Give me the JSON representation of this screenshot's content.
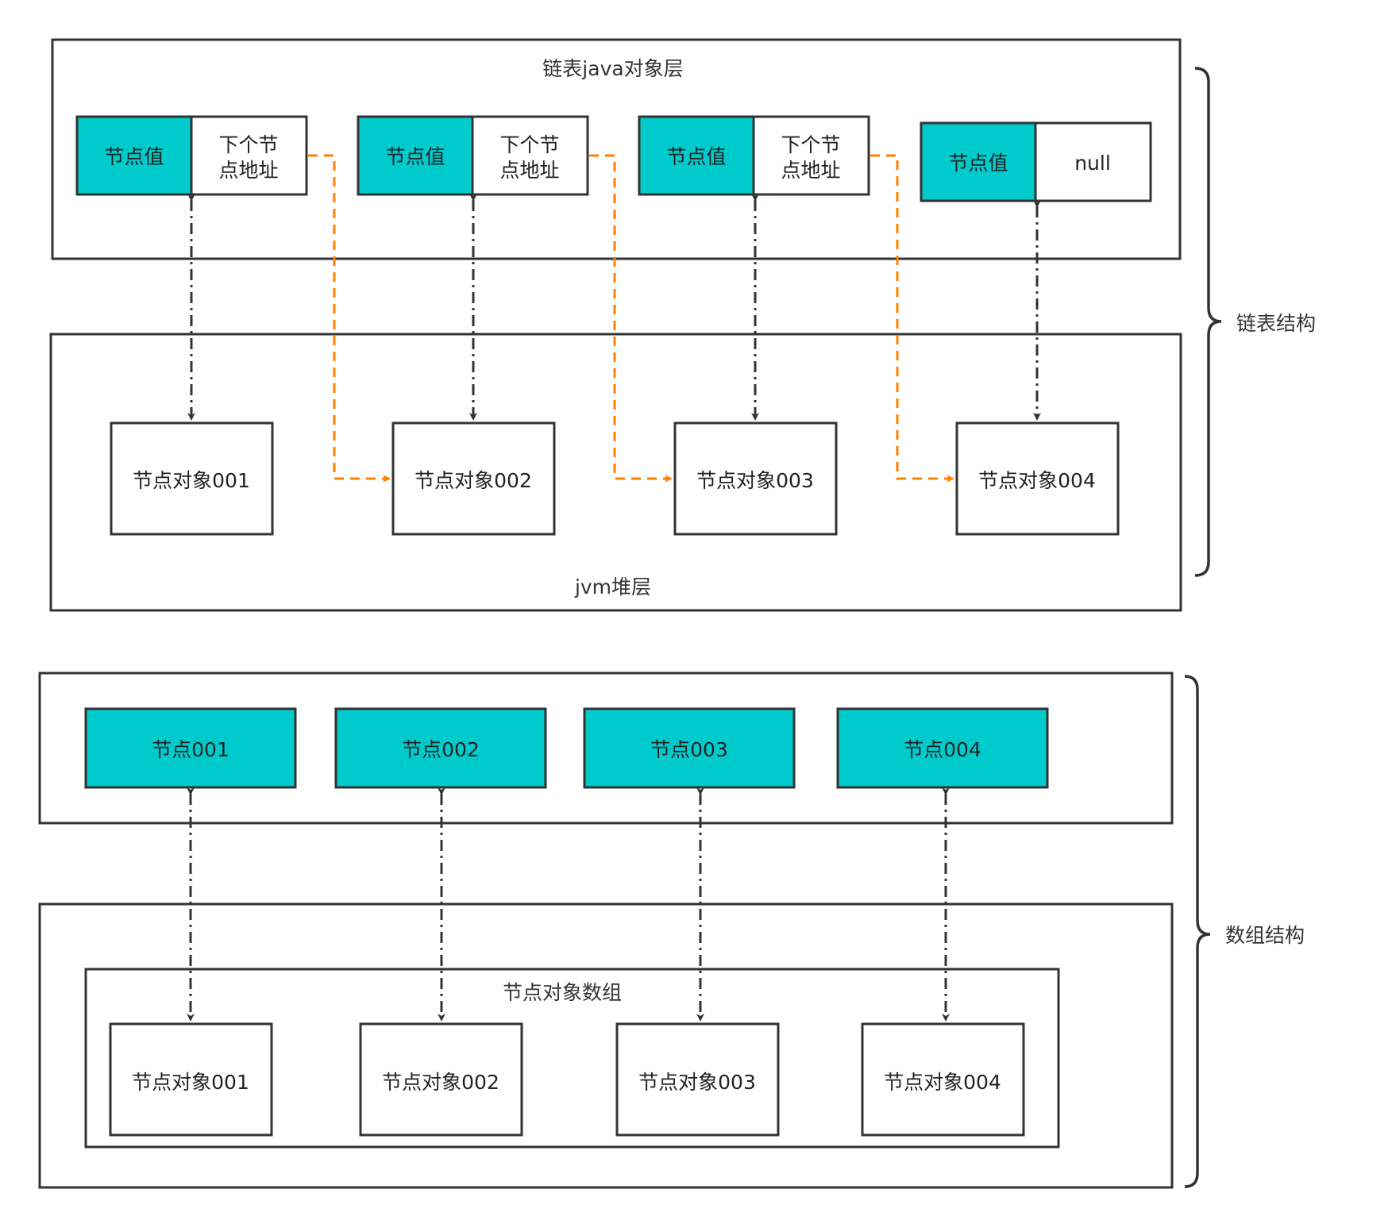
{
  "linked_list": {
    "java_layer_title": "链表java对象层",
    "jvm_layer_title": "jvm堆层",
    "brace_label": "链表结构",
    "nodes": [
      {
        "value_label": "节点值",
        "next_label": [
          "下个节",
          "点地址"
        ],
        "heap_object": "节点对象001"
      },
      {
        "value_label": "节点值",
        "next_label": [
          "下个节",
          "点地址"
        ],
        "heap_object": "节点对象002"
      },
      {
        "value_label": "节点值",
        "next_label": [
          "下个节",
          "点地址"
        ],
        "heap_object": "节点对象003"
      },
      {
        "value_label": "节点值",
        "next_label": [
          "null"
        ],
        "heap_object": "节点对象004"
      }
    ]
  },
  "array": {
    "brace_label": "数组结构",
    "heap_array_title": "节点对象数组",
    "nodes": [
      {
        "label": "节点001",
        "heap_object": "节点对象001"
      },
      {
        "label": "节点002",
        "heap_object": "节点对象002"
      },
      {
        "label": "节点003",
        "heap_object": "节点对象003"
      },
      {
        "label": "节点004",
        "heap_object": "节点对象004"
      }
    ]
  },
  "colors": {
    "node_fill": "#00CBCC",
    "border": "#333333",
    "pointer_line": "#FF8000",
    "reference_line": "#333333"
  }
}
